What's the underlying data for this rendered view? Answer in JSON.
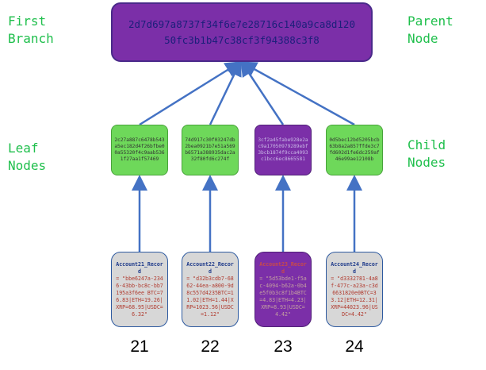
{
  "labels": {
    "first_branch": "First\nBranch",
    "parent_node": "Parent\nNode",
    "leaf_nodes": "Leaf\nNodes",
    "child_nodes": "Child\nNodes"
  },
  "root_hash": "2d7d697a8737f34f6e7e28716c140a9ca8d120\n50fc3b1b47c38cf3f94388c3f8",
  "hashes": [
    "2c27a887c6478b543a5ec182d4f26bfbe00a55320f4c9aab5361f27aa1f57469",
    "74d917c30f03247db2bea0921b7e51a569b6571a388935dac2a32f80fd6c274f",
    "3cf2a45fabe928e2ac9a17050979289ebf3bcb1874f9cca4093c1bcc6ec8665581",
    "0d5bec12bd5205bcb63b8a2a857ffde3c7fd602d1fe6dc259af46e99ae12108b"
  ],
  "records": [
    {
      "title": "Account21_Record",
      "body": "= \"bbe6247a-2346-43bb-bc8c-bb7195a3f6ee BTC=76.83|ETH=19.26|XRP=68.95|USDC=6.32\""
    },
    {
      "title": "Account22_Record",
      "body": "= \"d32b3cdb7-6862-44ea-a800-9d8c557d4235BTC=11.02|ETH=1.44|XRP=1023.56|USDC=1.12\""
    },
    {
      "title": "Account23_Record",
      "body": "= \"5d53bde1-f5ac-4094-b62a-0b4e5f0b3c8f1b4BTC=4.83|ETH=4.23|XRP=8.93|USDC=4.42\""
    },
    {
      "title": "Account24_Record",
      "body": "= \"d3332781-4a8f-477c-a23a-c3d6631820e0BTC=33.12|ETH=12.31|XRP=44023.96|USDC=4.42\""
    }
  ],
  "numbers": [
    "21",
    "22",
    "23",
    "24"
  ],
  "colors": {
    "accent_purple": "#7b2fa8",
    "leaf_green": "#6ed85a",
    "label_green": "#1fbf4c",
    "record_grey": "#d7d7d7",
    "arrow_blue": "#4472c4"
  }
}
